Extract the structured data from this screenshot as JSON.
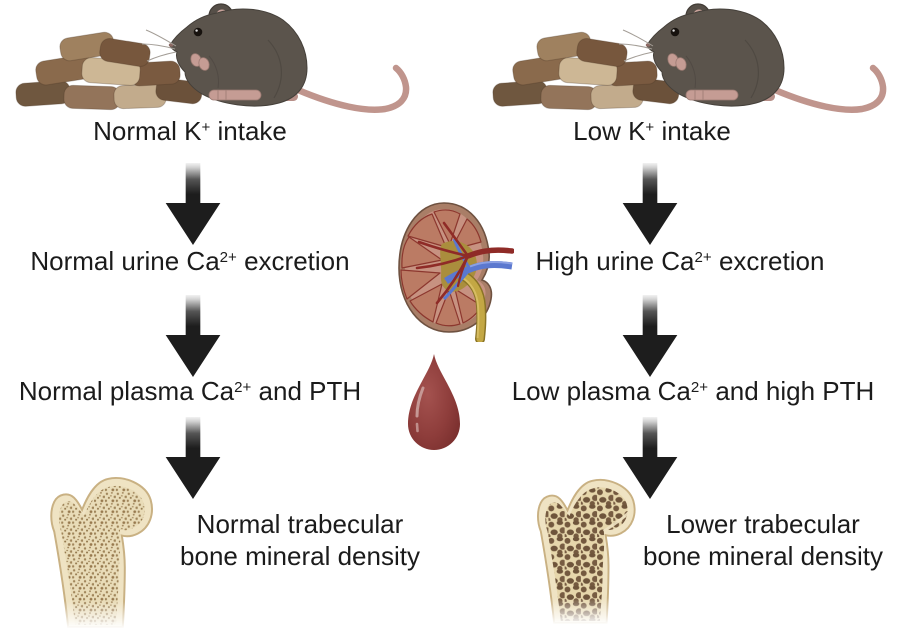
{
  "figure": {
    "left": {
      "step1": {
        "pre": "Normal K",
        "sup": "+",
        "post": " intake"
      },
      "step2": {
        "pre": "Normal urine Ca",
        "sup": "2+",
        "post": " excretion"
      },
      "step3": {
        "pre": "Normal plasma Ca",
        "sup": "2+",
        "post": " and PTH"
      },
      "step4_line1": "Normal trabecular",
      "step4_line2": "bone mineral density"
    },
    "right": {
      "step1": {
        "pre": "Low K",
        "sup": "+",
        "post": " intake"
      },
      "step2": {
        "pre": "High urine Ca",
        "sup": "2+",
        "post": " excretion"
      },
      "step3": {
        "pre": "Low plasma Ca",
        "sup": "2+",
        "post": " and high PTH"
      },
      "step4_line1": "Lower trabecular",
      "step4_line2": "bone mineral density"
    },
    "icons": {
      "mouse_left": "mouse-with-food-pellets",
      "mouse_right": "mouse-with-food-pellets",
      "kidney": "kidney-cross-section",
      "blood_drop": "blood-drop",
      "bone_left": "femur-normal-trabecular-bone",
      "bone_right": "femur-low-density-trabecular-bone",
      "arrow": "down-arrow"
    },
    "colors": {
      "background": "#ffffff",
      "text": "#1b1b1b",
      "arrow": "#1d1d1d",
      "mouse_body": "#5b544c",
      "mouse_pink": "#c59c94",
      "pellet_dark": "#6f573f",
      "pellet_light": "#cdb795",
      "kidney_cortex": "#c79281",
      "kidney_pyramid": "#bb7b64",
      "kidney_sinus": "#aa8e3d",
      "renal_artery": "#8f2b27",
      "renal_vein": "#5b78cf",
      "ureter": "#c3a744",
      "blood_drop": "#8e3d3b",
      "bone_cortex": "#efe3c3",
      "trabecular_normal": "#a0855a",
      "trabecular_low": "#74593f"
    }
  }
}
